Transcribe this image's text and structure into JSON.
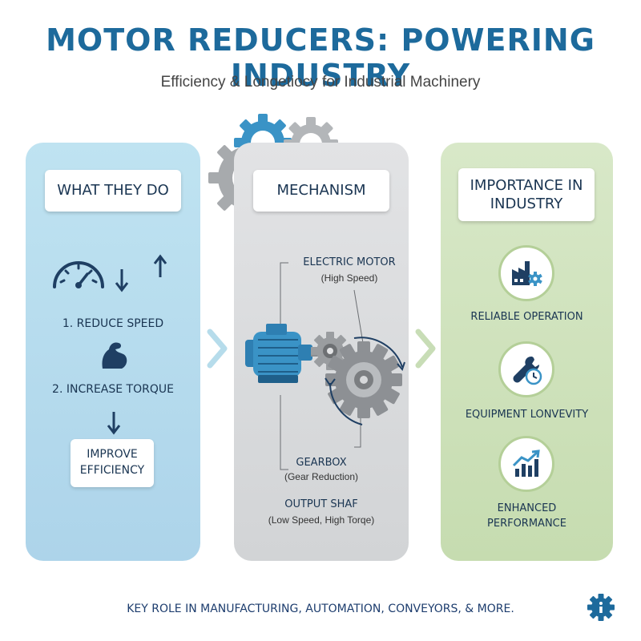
{
  "header": {
    "title": "MOTOR REDUCERS: POWERING INDUSTRY",
    "subtitle": "Efficiency & Longetiocy for Industrial Machinery"
  },
  "colors": {
    "title_blue": "#1d6a9c",
    "left_panel": "#bfe3f1",
    "middle_panel": "#dcdee0",
    "right_panel": "#d2e4bf",
    "icon_navy": "#1f3f63",
    "accent_blue": "#3a93c6"
  },
  "left": {
    "heading": "WHAT THEY DO",
    "step1": "1. REDUCE SPEED",
    "step2": "2. INCREASE TORQUE",
    "result": "IMPROVE EFFICIENCY",
    "icons": [
      "speedometer-icon",
      "arrow-down-icon",
      "arrow-up-icon",
      "muscle-arm-icon",
      "arrow-down-icon"
    ]
  },
  "middle": {
    "heading": "MECHANISM",
    "motor_label": "ELECTRIC MOTOR",
    "motor_sub": "(High Speed)",
    "gearbox_label": "GEARBOX",
    "gearbox_sub": "(Gear Reduction)",
    "output_label": "OUTPUT SHAF",
    "output_sub": "(Low Speed, High Torqe)",
    "icons": [
      "electric-motor-icon",
      "small-gear-icon",
      "large-gear-icon"
    ]
  },
  "right": {
    "heading": "IMPORTANCE IN INDUSTRY",
    "items": [
      {
        "label": "RELIABLE OPERATION",
        "icon": "factory-gear-icon"
      },
      {
        "label": "EQUIPMENT LONVEVITY",
        "icon": "wrench-clock-icon"
      },
      {
        "label": "ENHANCED PERFORMANCE",
        "icon": "growth-chart-icon"
      }
    ]
  },
  "footer": {
    "text": "KEY ROLE IN MANUFACTURING, AUTOMATION, CONVEYORS, & MORE.",
    "icon": "info-gear-icon"
  }
}
